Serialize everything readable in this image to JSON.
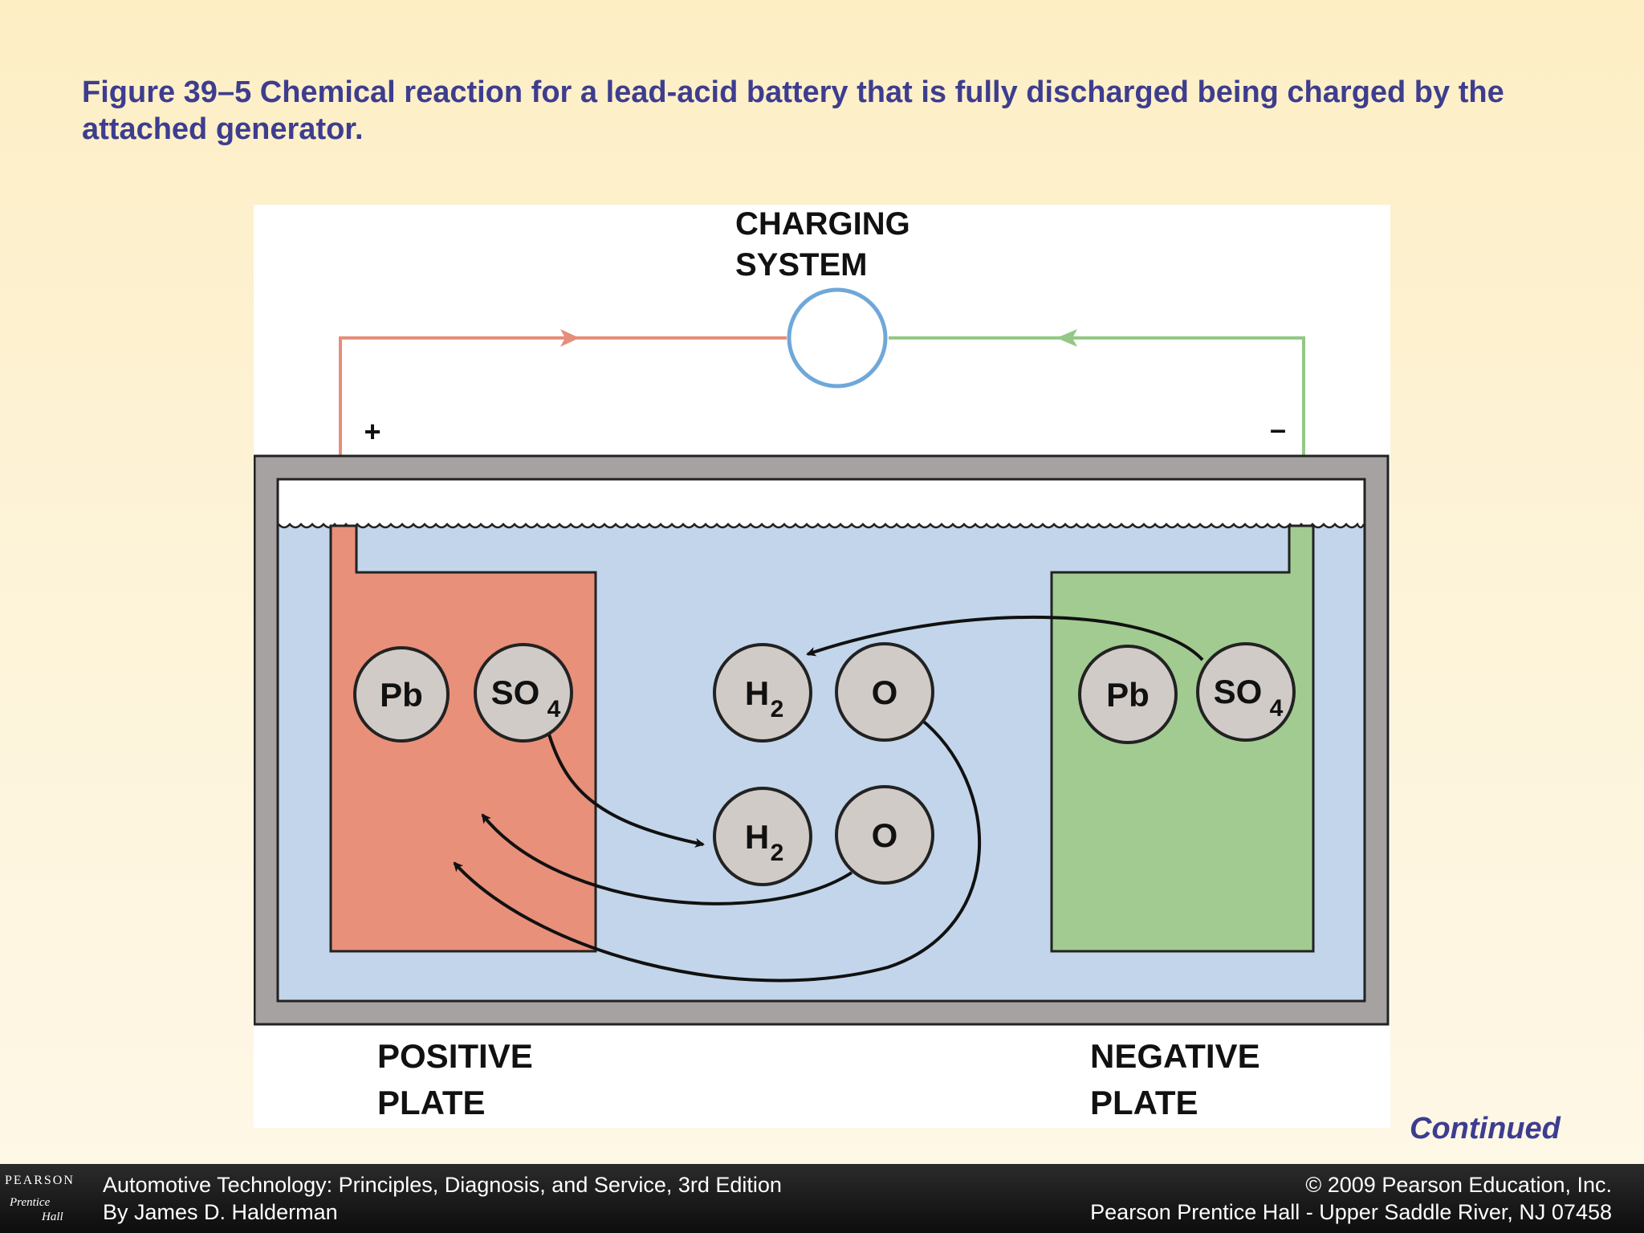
{
  "caption": "Figure 39–5  Chemical reaction for a lead-acid battery that is fully discharged being charged by the attached generator.",
  "diagram": {
    "charging_system": [
      "CHARGING",
      "SYSTEM"
    ],
    "positive_sign": "+",
    "negative_sign": "–",
    "positive_plate_label": [
      "POSITIVE",
      "PLATE"
    ],
    "negative_plate_label": [
      "NEGATIVE",
      "PLATE"
    ],
    "molecules": {
      "pos_pb": "Pb",
      "pos_so": "SO",
      "pos_so_sub": "4",
      "h2_top": "H",
      "h2_top_sub": "2",
      "o_top": "O",
      "h2_bottom": "H",
      "h2_bottom_sub": "2",
      "o_bottom": "O",
      "neg_pb": "Pb",
      "neg_so": "SO",
      "neg_so_sub": "4"
    },
    "colors": {
      "positive_plate": "#e8907a",
      "negative_plate": "#a2cb91",
      "electrolyte": "#c3d5ea",
      "case": "#a6a2a2",
      "positive_wire": "#e58e7a",
      "negative_wire": "#93c886",
      "generator_ring": "#6fa8d8"
    }
  },
  "continued": "Continued",
  "footer": {
    "logo_line1": "PEARSON",
    "logo_line2": "Prentice",
    "logo_line3": "Hall",
    "book_title": "Automotive Technology: Principles, Diagnosis, and Service, 3rd Edition",
    "author": "By James D. Halderman",
    "copyright": "© 2009 Pearson Education, Inc.",
    "publisher": "Pearson Prentice Hall - Upper Saddle River, NJ 07458"
  }
}
